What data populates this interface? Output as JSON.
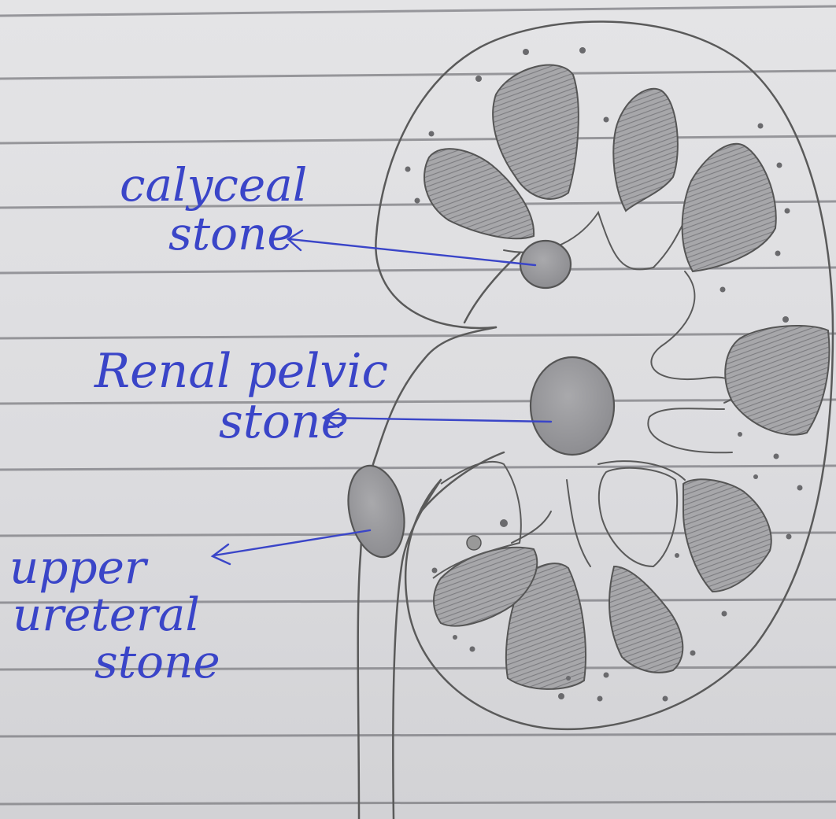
{
  "labels": {
    "calyceal": [
      "calyceal",
      "stone"
    ],
    "pelvic": [
      "Renal pelvic",
      "stone"
    ],
    "ureteral": [
      "upper",
      "ureteral",
      "stone"
    ]
  },
  "colors": {
    "paper": "#dcdcdf",
    "rule_line": "#7d7d82",
    "pencil": "#5a5a5a",
    "shading": "#8a8a8c",
    "ink": "#3a45c8"
  }
}
